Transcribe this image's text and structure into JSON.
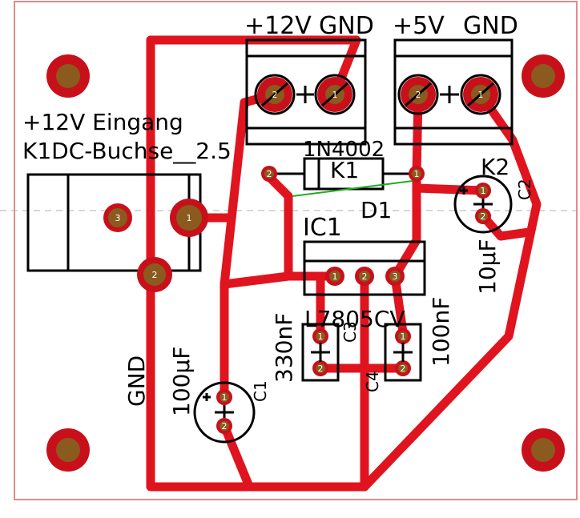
{
  "board": {
    "colors": {
      "background": "#ffffff",
      "board_edge": "#e58a8a",
      "trace": "#e0141e",
      "pad_ring": "#c8101a",
      "pad_center": "#8a5a1e",
      "silkscreen": "#000000",
      "airwire": "#22aa22",
      "guide": "#b0b0b0"
    },
    "labels": {
      "k1_plus12v": "+12V",
      "k1_gnd": "GND",
      "k2_plus5v": "+5V",
      "k2_gnd": "GND",
      "jack_line1": "+12V Eingang",
      "jack_line2": "K1DC-Buchse__2.5",
      "diode_part": "1N4002",
      "diode_name": "D1",
      "k1_name": "K1",
      "k2_name": "K2",
      "c2_name": "C2",
      "c2_value": "10µF",
      "ic_name": "IC1",
      "ic_part": "L7805CV",
      "c3_value": "330nF",
      "c3_name": "C3",
      "c4_name": "C4",
      "c4_value": "100nF",
      "c1_value": "100µF",
      "c1_name": "C1",
      "gnd_side": "GND"
    },
    "pad_numbers": {
      "k1_pin2": "2",
      "k1_pin1": "1",
      "k2_pin2": "2",
      "k2_pin1": "1",
      "jack_pin3": "3",
      "jack_pin1": "1",
      "jack_pin2": "2",
      "d1_pin2": "2",
      "d1_pin1": "1",
      "c2_pin1": "1",
      "c2_pin2": "2",
      "ic_pin1": "1",
      "ic_pin2": "2",
      "ic_pin3": "3",
      "c3_pin1": "1",
      "c3_pin2": "2",
      "c4_pin1": "1",
      "c4_pin2": "2",
      "c1_pin1": "1",
      "c1_pin2": "2"
    }
  }
}
